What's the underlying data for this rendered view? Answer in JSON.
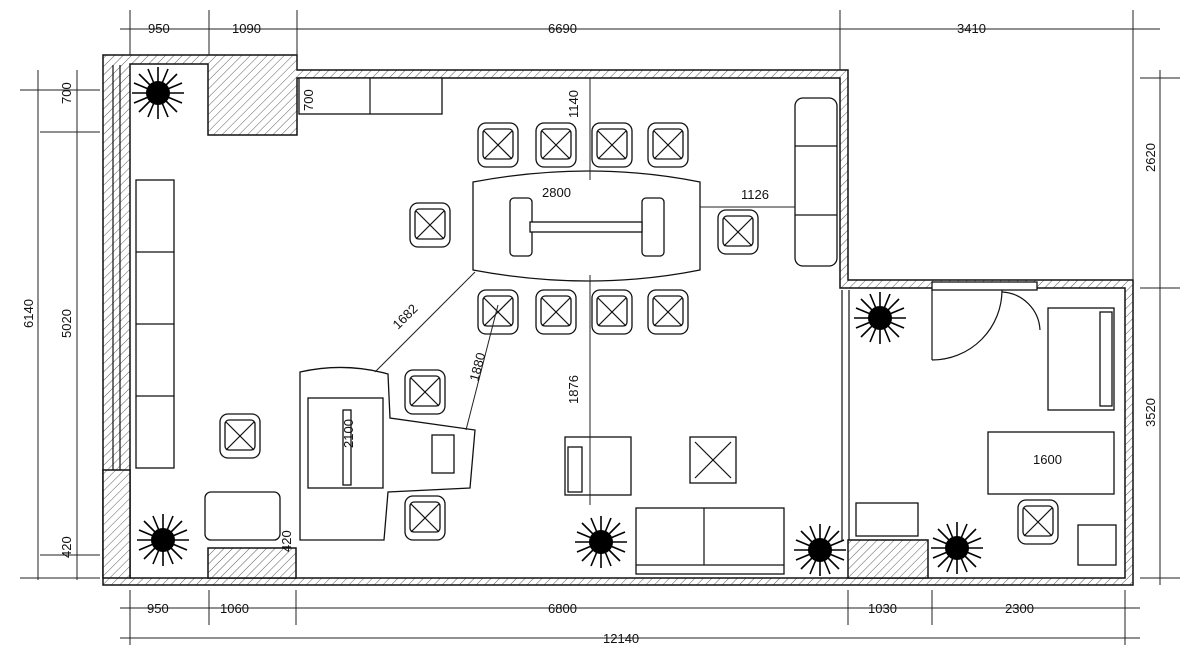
{
  "plan": {
    "type": "office floor plan",
    "dimensions": {
      "top": [
        "950",
        "1090",
        "6690",
        "3410"
      ],
      "left": {
        "total": "6140",
        "parts": [
          "700",
          "5020",
          "420"
        ]
      },
      "right": [
        "2620",
        "3520"
      ],
      "bottom": [
        "950",
        "1060",
        "6800",
        "1030",
        "2300"
      ],
      "bottom_total": "12140",
      "interior": {
        "cabinet_depth": "700",
        "table_to_wall": "1140",
        "table_length": "2800",
        "table_to_sofa": "1126",
        "desk_to_table_diag": "1682",
        "chair_clearance": "1880",
        "table_to_lounge": "1876",
        "desk_length": "2100",
        "desk_offset": "420",
        "reception_desk": "1600"
      }
    },
    "colors": {
      "line": "#111111",
      "background": "#ffffff"
    }
  }
}
